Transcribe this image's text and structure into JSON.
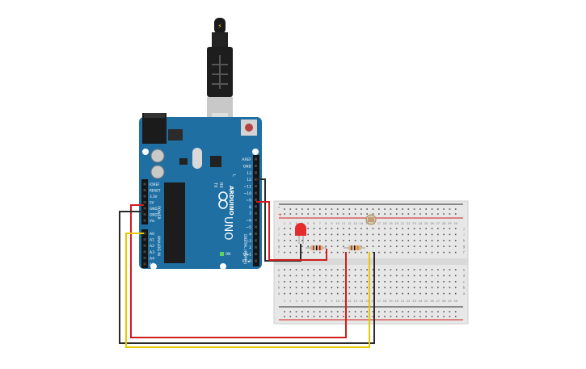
{
  "scene": {
    "description_free": true
  },
  "arduino": {
    "brand_logo_text": "ARDUINO",
    "model_text": "UNO",
    "on_label": "ON",
    "tx_label": "TX",
    "rx_label": "RX",
    "l_label": "L",
    "digital_label": "DIGITAL (PWM~)",
    "power_label": "POWER",
    "analog_label": "ANALOG IN",
    "digital_pins": [
      "AREF",
      "GND",
      "13",
      "12",
      "~11",
      "~10",
      "~9",
      "8",
      "7",
      "~6",
      "~5",
      "4",
      "~3",
      "2",
      "TX▸1",
      "RX◂0"
    ],
    "power_pins": [
      "IOREF",
      "RESET",
      "3.3V",
      "5V",
      "GND",
      "GND",
      "Vin"
    ],
    "analog_pins": [
      "A0",
      "A1",
      "A2",
      "A3",
      "A4",
      "A5"
    ]
  },
  "breadboard": {
    "column_numbers": [
      "1",
      "2",
      "3",
      "4",
      "5",
      "6",
      "7",
      "8",
      "9",
      "10",
      "11",
      "12",
      "13",
      "14",
      "15",
      "16",
      "17",
      "18",
      "19",
      "20",
      "21",
      "22",
      "23",
      "24",
      "25",
      "26",
      "27",
      "28",
      "29",
      "30"
    ],
    "rows_top": [
      "j",
      "i",
      "h",
      "g",
      "f"
    ],
    "rows_bottom": [
      "e",
      "d",
      "c",
      "b",
      "a"
    ],
    "rail_plus": "+",
    "rail_minus": "-"
  },
  "colors": {
    "board_blue": "#1f6fa3",
    "wire_red": "#d01c1c",
    "wire_black": "#2a2a2a",
    "wire_yellow": "#e8c800",
    "breadboard": "#e7e7e7",
    "led_red": "#e52b2b"
  },
  "icons": {
    "lightning": "lightning-icon",
    "usb": "usb-icon"
  }
}
